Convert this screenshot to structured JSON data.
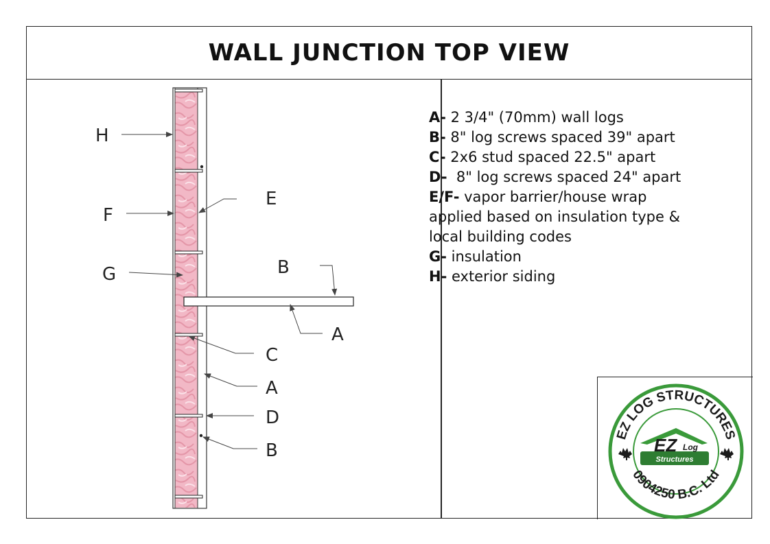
{
  "title": "WALL JUNCTION TOP VIEW",
  "callouts": {
    "H": "H",
    "F": "F",
    "G": "G",
    "E": "E",
    "B_top": "B",
    "A_top": "A",
    "C": "C",
    "A_bottom": "A",
    "D": "D",
    "B_bottom": "B"
  },
  "legend": [
    {
      "key": "A-",
      "text": " 2 3/4\" (70mm) wall logs"
    },
    {
      "key": "B-",
      "text": " 8\" log screws spaced 39\" apart"
    },
    {
      "key": "C-",
      "text": " 2x6 stud spaced 22.5\" apart"
    },
    {
      "key": "D-",
      "text": "  8\" log screws spaced 24\" apart"
    },
    {
      "key": "E/F-",
      "text": " vapor barrier/house wrap"
    },
    {
      "key": "",
      "text": "applied based on insulation type &"
    },
    {
      "key": "",
      "text": "local building codes"
    },
    {
      "key": "G-",
      "text": " insulation"
    },
    {
      "key": "H-",
      "text": " exterior siding"
    }
  ],
  "logo": {
    "ring_text_top": "EZ LOG STRUCTURES",
    "ring_text_bottom": "0904250 B.C. Ltd",
    "badge_big": "EZ",
    "badge_small": "Log",
    "badge_sub": "Structures",
    "ring_color": "#3a9a3a",
    "text_color": "#1a1a1a"
  },
  "colors": {
    "insulation": "#f2b8c6",
    "insulation_dark": "#e89aab",
    "line": "#222222"
  }
}
